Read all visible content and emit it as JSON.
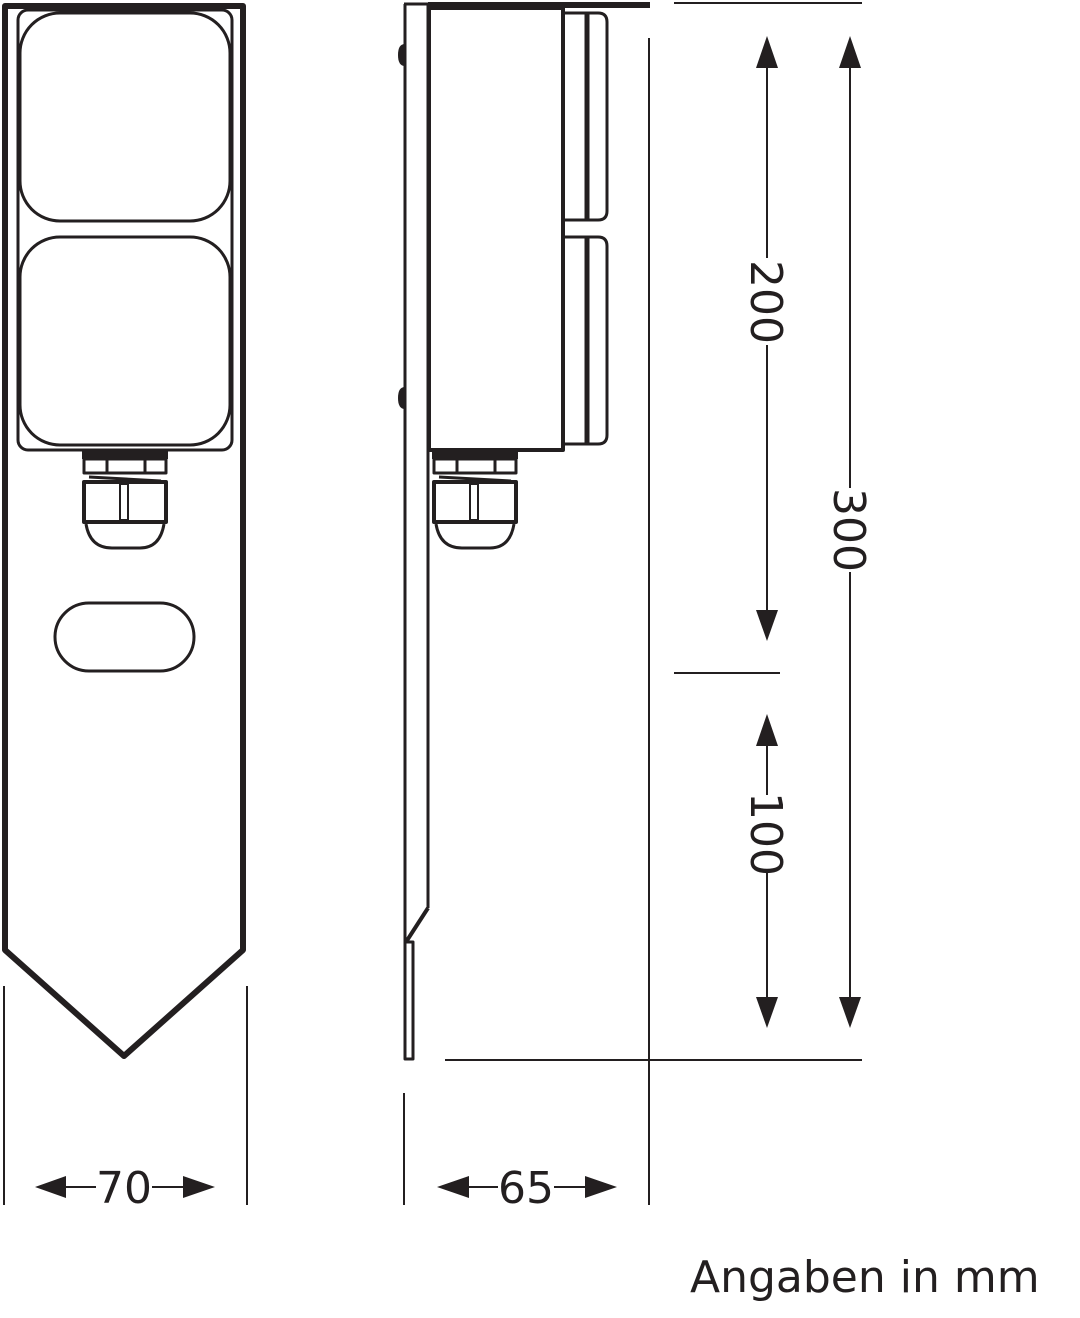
{
  "diagram": {
    "type": "technical-dimension-drawing",
    "subject": "garden socket spike with two outlets (front and side views)",
    "line_color": "#231f20",
    "background": "#ffffff",
    "views": [
      {
        "name": "front view",
        "parts": [
          "two rounded socket covers",
          "cable gland",
          "oval slot",
          "pointed spike tip"
        ]
      },
      {
        "name": "side view",
        "parts": [
          "mounting plate",
          "socket housing",
          "two hinged lids",
          "cable gland",
          "spike blade"
        ]
      }
    ],
    "dimensions": {
      "width": {
        "value": "70",
        "unit": "mm",
        "orientation": "horizontal"
      },
      "depth": {
        "value": "65",
        "unit": "mm",
        "orientation": "horizontal"
      },
      "housing_height": {
        "value": "200",
        "unit": "mm",
        "orientation": "vertical"
      },
      "spike_height": {
        "value": "100",
        "unit": "mm",
        "orientation": "vertical"
      },
      "total_height": {
        "value": "300",
        "unit": "mm",
        "orientation": "vertical"
      }
    },
    "note": "Angaben in mm"
  }
}
